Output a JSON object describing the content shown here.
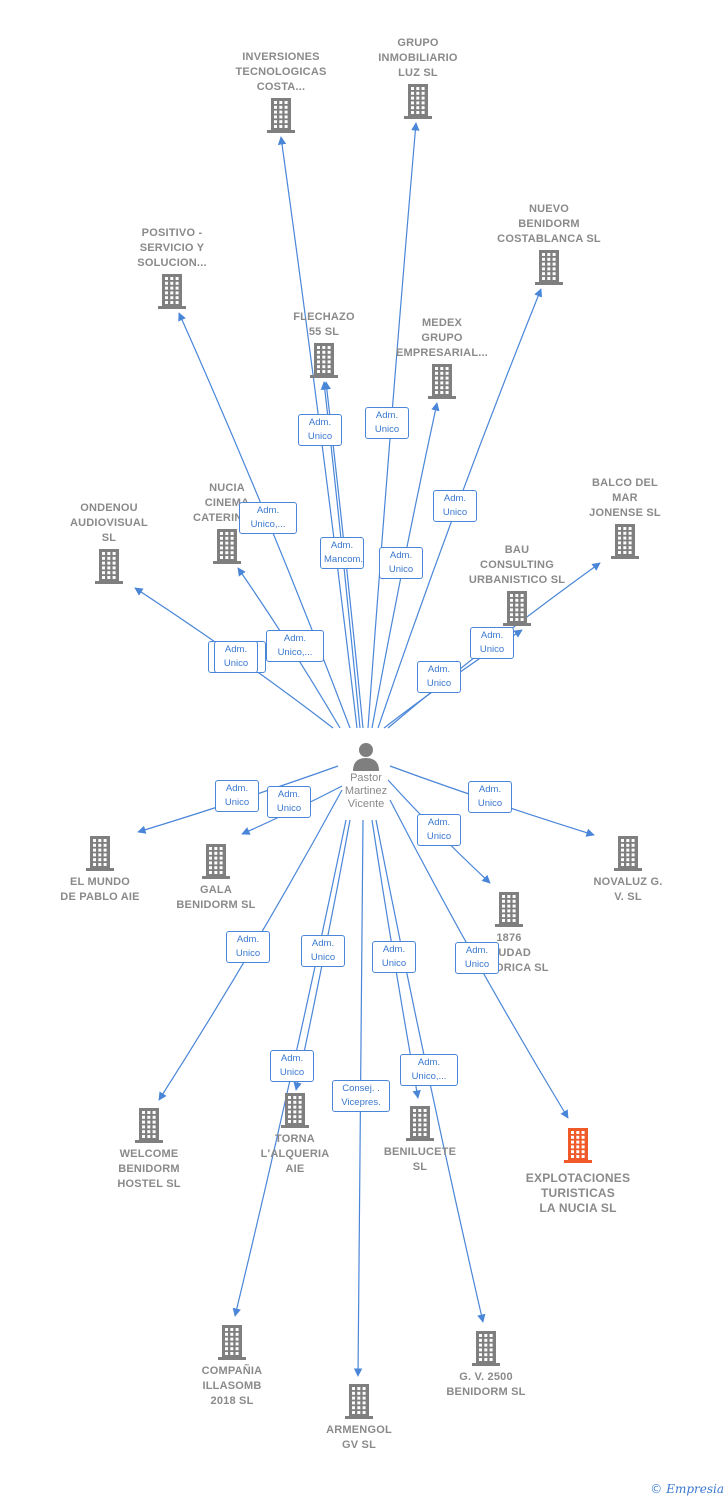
{
  "colors": {
    "edge": "#4a86d8",
    "building": "#7f7f7f",
    "highlight": "#f05a28",
    "label": "#8a8a8a"
  },
  "center": {
    "label": "Pastor\nMartinez\nVicente",
    "icon": "person-icon"
  },
  "nodes": [
    {
      "id": "inversiones",
      "label": "INVERSIONES\nTECNOLOGICAS\nCOSTA...",
      "icon": "building-icon"
    },
    {
      "id": "grupo_inmobiliario",
      "label": "GRUPO\nINMOBILIARIO\nLUZ SL",
      "icon": "building-icon"
    },
    {
      "id": "nuevo_benidorm",
      "label": "NUEVO\nBENIDORM\nCOSTABLANCA SL",
      "icon": "building-icon"
    },
    {
      "id": "positivo",
      "label": "POSITIVO -\nSERVICIO Y\nSOLUCION...",
      "icon": "building-icon"
    },
    {
      "id": "flechazo",
      "label": "FLECHAZO\n55  SL",
      "icon": "building-icon"
    },
    {
      "id": "medex",
      "label": "MEDEX\nGRUPO\nEMPRESARIAL...",
      "icon": "building-icon"
    },
    {
      "id": "nucia",
      "label": "NUCIA\nCINEMA\nCATERING...",
      "icon": "building-icon"
    },
    {
      "id": "ondenou",
      "label": "ONDENOU\nAUDIOVISUAL\nSL",
      "icon": "building-icon"
    },
    {
      "id": "balco",
      "label": "BALCO DEL\nMAR\nJONENSE SL",
      "icon": "building-icon"
    },
    {
      "id": "bau",
      "label": "BAU\nCONSULTING\nURBANISTICO SL",
      "icon": "building-icon"
    },
    {
      "id": "el_mundo",
      "label": "EL MUNDO\nDE PABLO AIE",
      "icon": "building-icon"
    },
    {
      "id": "gala",
      "label": "GALA\nBENIDORM SL",
      "icon": "building-icon"
    },
    {
      "id": "novaluz",
      "label": "NOVALUZ G.\nV.  SL",
      "icon": "building-icon"
    },
    {
      "id": "ciudad",
      "label": "1876\nCIUDAD\nHISTORICA  SL",
      "icon": "building-icon"
    },
    {
      "id": "welcome",
      "label": "WELCOME\nBENIDORM\nHOSTEL  SL",
      "icon": "building-icon"
    },
    {
      "id": "torna",
      "label": "TORNA\nL'ALQUERIA\nAIE",
      "icon": "building-icon"
    },
    {
      "id": "benilucete",
      "label": "BENILUCETE\nSL",
      "icon": "building-icon"
    },
    {
      "id": "explotaciones",
      "label": "EXPLOTACIONES\nTURISTICAS\nLA NUCIA  SL",
      "icon": "building-icon",
      "highlight": true
    },
    {
      "id": "compania",
      "label": "COMPAÑIA\nILLASOMB\n2018  SL",
      "icon": "building-icon"
    },
    {
      "id": "armengol",
      "label": "ARMENGOL\nGV  SL",
      "icon": "building-icon"
    },
    {
      "id": "gv2500",
      "label": "G.  V. 2500\nBENIDORM  SL",
      "icon": "building-icon"
    }
  ],
  "edges": [
    {
      "to": "inversiones",
      "role": "Adm.\nUnico,..."
    },
    {
      "to": "grupo_inmobiliario",
      "role": "Adm.\nUnico"
    },
    {
      "to": "nuevo_benidorm",
      "role": "Adm.\nUnico"
    },
    {
      "to": "positivo",
      "role": "Adm.\nUnico,..."
    },
    {
      "to": "flechazo",
      "role": "Adm.\nUnico"
    },
    {
      "to": "medex",
      "role": "Adm.\nUnico"
    },
    {
      "to": "nucia",
      "role": "Adm.\nUnico,..."
    },
    {
      "to": "ondenou",
      "role": "Adm.\nUnico"
    },
    {
      "to": "balco",
      "role": "Adm.\nUnico"
    },
    {
      "to": "bau",
      "role": "Adm.\nUnico"
    },
    {
      "to": "el_mundo",
      "role": "Adm.\nUnico"
    },
    {
      "to": "gala",
      "role": "Adm.\nUnico"
    },
    {
      "to": "novaluz",
      "role": "Adm.\nUnico"
    },
    {
      "to": "ciudad",
      "role": "Adm.\nUnico"
    },
    {
      "to": "welcome",
      "role": "Adm.\nUnico"
    },
    {
      "to": "torna",
      "role": "Adm.\nUnico"
    },
    {
      "to": "benilucete",
      "role": "Adm.\nUnico"
    },
    {
      "to": "explotaciones",
      "role": "Adm.\nUnico"
    },
    {
      "to": "compania",
      "role": "Adm.\nUnico"
    },
    {
      "to": "armengol",
      "role": "Consej. .\nVicepres."
    },
    {
      "to": "gv2500",
      "role": "Adm.\nUnico,..."
    },
    {
      "to": "flechazo",
      "role": "Adm.\nMancom."
    }
  ],
  "footer": {
    "copyright": "©",
    "brand": "Empresia"
  }
}
